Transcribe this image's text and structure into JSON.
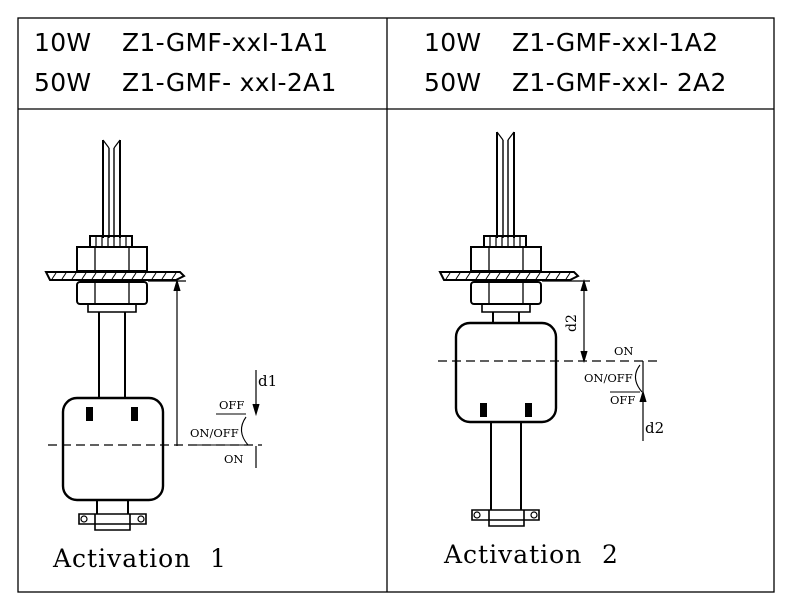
{
  "left_panel": {
    "row1": {
      "power": "10W",
      "model": "Z1-GMF-xxI-1A1"
    },
    "row2": {
      "power": "50W",
      "model": "Z1-GMF- xxI-2A1"
    },
    "caption_word": "Activation",
    "caption_num": "1",
    "labels": {
      "off": "OFF",
      "onoff": "ON/OFF",
      "on": "ON",
      "dim": "d1"
    }
  },
  "right_panel": {
    "row1": {
      "power": "10W",
      "model": "Z1-GMF-xxI-1A2"
    },
    "row2": {
      "power": "50W",
      "model": "Z1-GMF-xxI- 2A2"
    },
    "caption_word": "Activation",
    "caption_num": "2",
    "labels": {
      "on": "ON",
      "onoff": "ON/OFF",
      "off": "OFF",
      "dim": "d2"
    }
  }
}
